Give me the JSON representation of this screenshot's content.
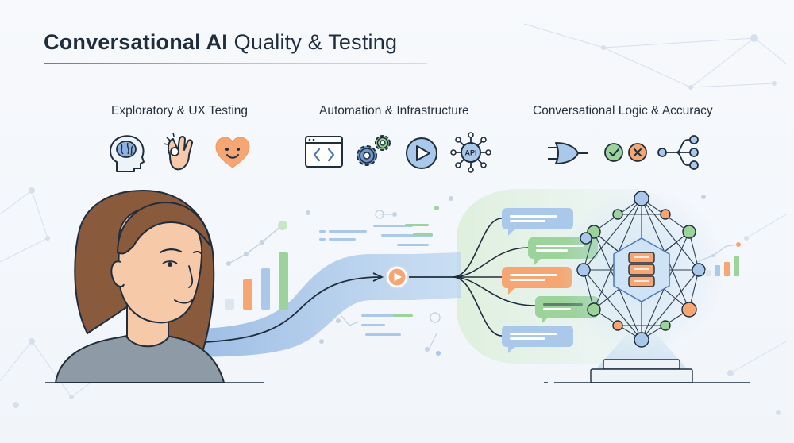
{
  "title": {
    "bold": "Conversational AI",
    "regular": " Quality & Testing"
  },
  "categories": [
    {
      "label": "Exploratory & UX Testing",
      "icons": [
        "brain-head-icon",
        "ok-hand-icon",
        "smiling-heart-icon"
      ]
    },
    {
      "label": "Automation & Infrastructure",
      "icons": [
        "code-window-icon",
        "gears-icon",
        "play-button-icon",
        "api-hub-icon"
      ]
    },
    {
      "label": "Conversational Logic & Accuracy",
      "icons": [
        "logic-gate-icon",
        "check-circle-icon",
        "x-circle-icon",
        "branching-tree-icon"
      ]
    }
  ],
  "icon_labels": {
    "api": "API"
  },
  "colors": {
    "navy": "#1f2d3d",
    "blue": "#4f78b0",
    "light_blue": "#a9c8ea",
    "orange": "#f5a673",
    "green": "#9bd39a",
    "teal": "#7fb8c8",
    "skin": "#f6c9a8",
    "hair": "#8a5a3c"
  }
}
